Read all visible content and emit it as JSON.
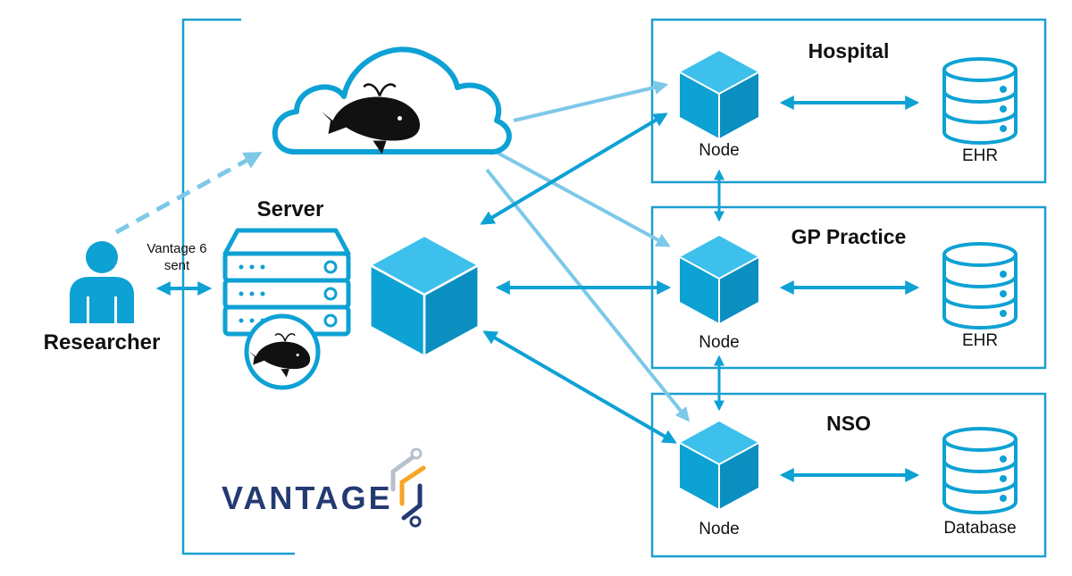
{
  "colors": {
    "primary": "#0ea1d4",
    "primary_dark": "#0a86b3",
    "light_arrow": "#7dc8e8",
    "ink": "#111111",
    "box_border": "#1a9fd0",
    "logo_navy": "#243a73",
    "logo_orange": "#f5a623",
    "logo_gray": "#b8c0cc"
  },
  "researcher": {
    "label": "Researcher",
    "icon": "person-icon"
  },
  "protocol": {
    "line1": "Vantage 6",
    "line2": "sent"
  },
  "server": {
    "label": "Server",
    "icon": "server-icon"
  },
  "cloud": {
    "icon": "cloud-docker-icon"
  },
  "logo": {
    "text": "VANTAGE"
  },
  "sites": [
    {
      "name": "Hospital",
      "node_label": "Node",
      "store_label": "EHR"
    },
    {
      "name": "GP Practice",
      "node_label": "Node",
      "store_label": "EHR"
    },
    {
      "name": "NSO",
      "node_label": "Node",
      "store_label": "Database"
    }
  ]
}
